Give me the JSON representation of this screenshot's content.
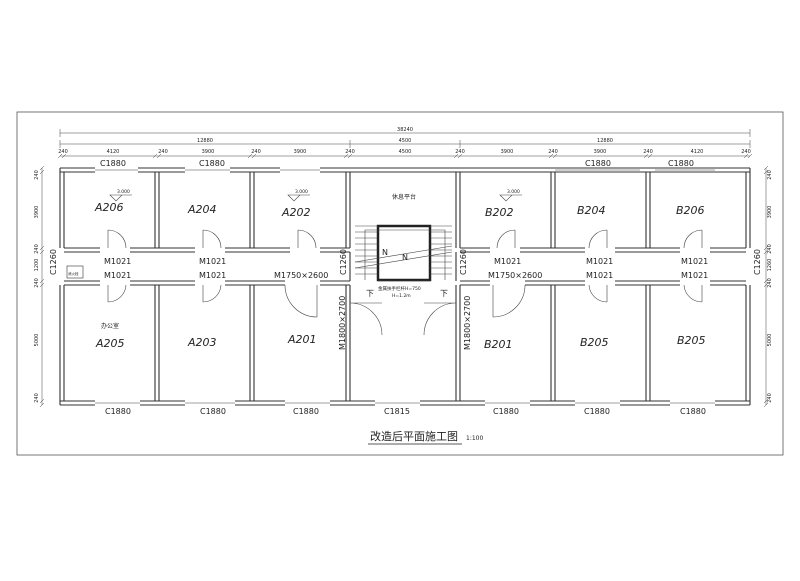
{
  "title": "改造后平面施工图",
  "scale": "1:100",
  "overall_dimension": "38240",
  "dims_row2": [
    "12880",
    "4500",
    "12880"
  ],
  "dims_row3": [
    "240",
    "4120",
    "240",
    "3900",
    "240",
    "3900",
    "240",
    "4500",
    "240",
    "3900",
    "240",
    "3900",
    "240",
    "4120",
    "240"
  ],
  "left_dims": [
    "240",
    "3900",
    "240",
    "1200",
    "240",
    "5000",
    "240"
  ],
  "right_dims": [
    "240",
    "3900",
    "240",
    "1260",
    "240",
    "5000",
    "240"
  ],
  "top_windows": [
    "C1880",
    "C1880",
    "C1880",
    "C1880"
  ],
  "bottom_windows": [
    "C1880",
    "C1880",
    "C1880",
    "C1815",
    "C1880",
    "C1880",
    "C1880"
  ],
  "side_windows": [
    "C1260",
    "C1260",
    "C1260",
    "C1260"
  ],
  "rooms_top": [
    "A206",
    "A204",
    "A202",
    "B202",
    "B204",
    "B206"
  ],
  "rooms_bottom": [
    "A205",
    "A203",
    "A201",
    "B201",
    "B205",
    "B205"
  ],
  "office_label": "办公室",
  "landing_label": "休息平台",
  "doors_upper": [
    "M1021",
    "M1021",
    "M1021",
    "M1021",
    "M1021"
  ],
  "doors_lower": [
    "M1021",
    "M1021",
    "M1750×2600",
    "M1750×2600",
    "M1021",
    "M1021"
  ],
  "stair_doors": [
    "M1800×2700",
    "M1800×2700"
  ],
  "elevations": [
    "3.000",
    "3.000",
    "3.000"
  ],
  "stair_down": [
    "下",
    "下"
  ],
  "stair_up_marks": [
    "N",
    "N"
  ],
  "stair_note_1": "金属扶手栏杆H=750",
  "stair_note_2": "H=1.2m",
  "fire_box": "消火栓"
}
